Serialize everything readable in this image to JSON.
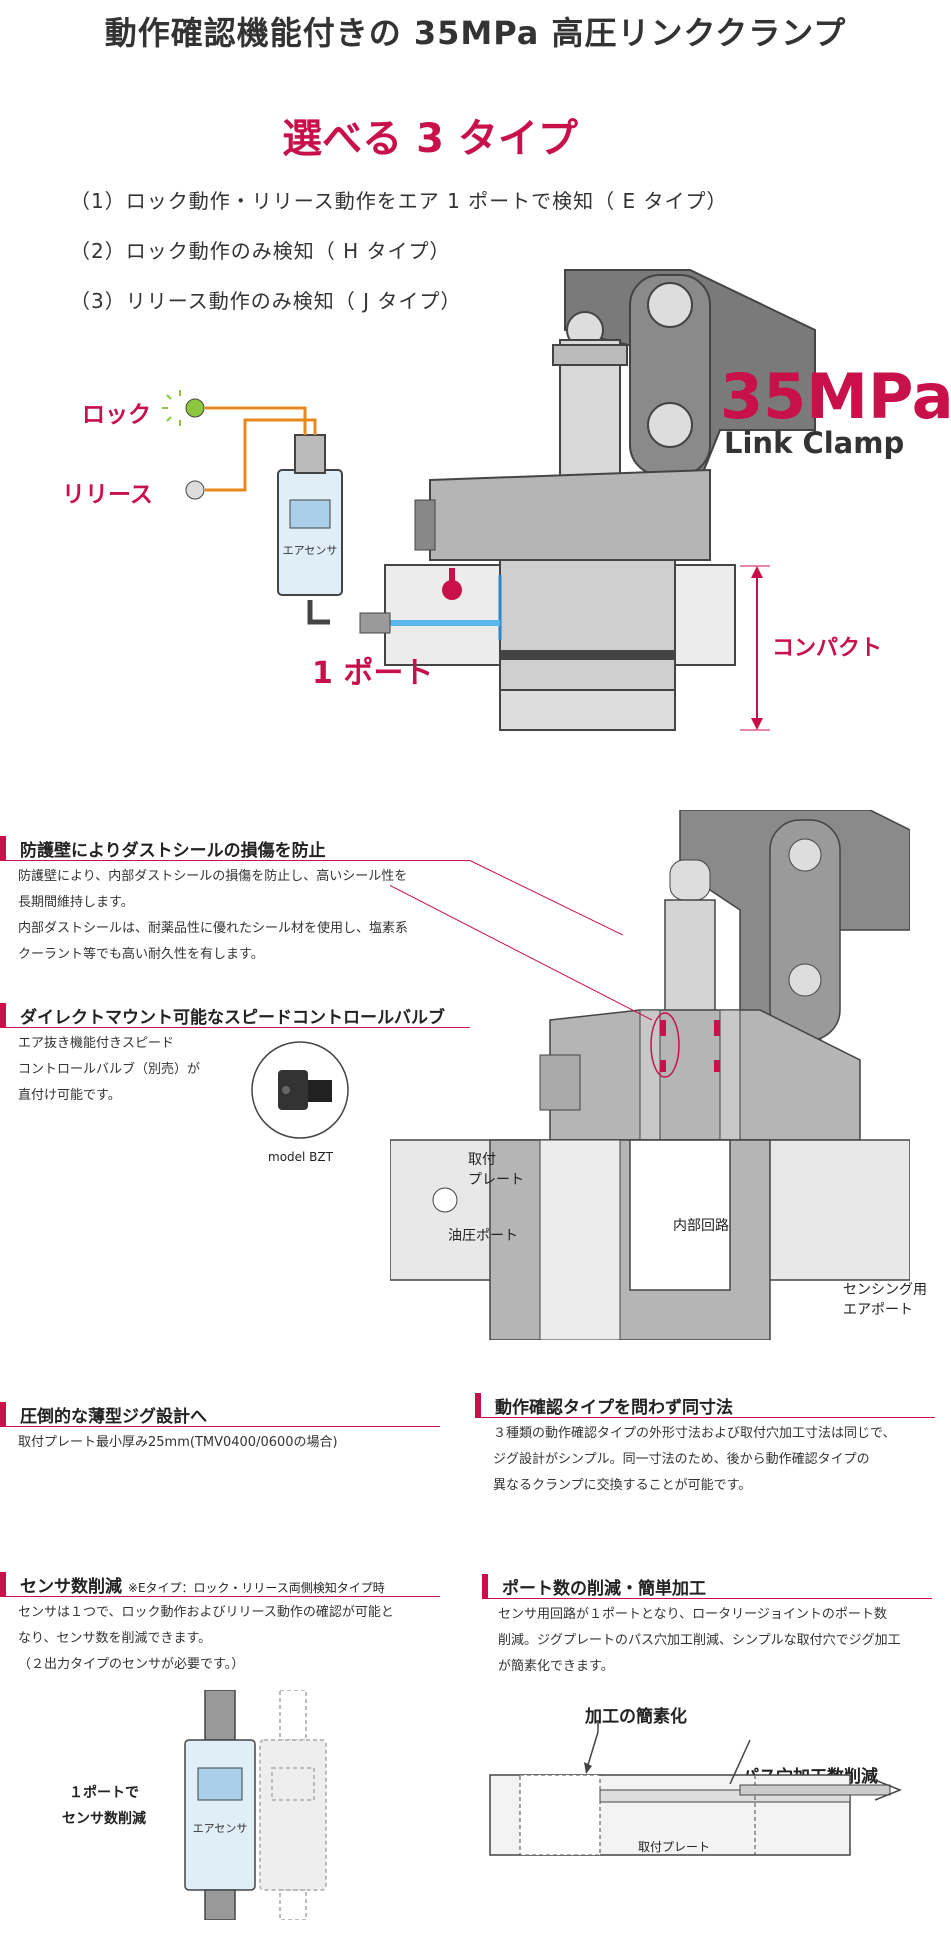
{
  "header": {
    "title": "動作確認機能付きの 35MPa 高圧リンククランプ",
    "subtitle": "選べる 3 タイプ"
  },
  "types": [
    "（1）ロック動作・リリース動作をエア 1 ポートで検知（ E タイプ）",
    "（2）ロック動作のみ検知（ H タイプ）",
    "（3）リリース動作のみ検知（ J タイプ）"
  ],
  "hero": {
    "pressure": "35MPa",
    "product": "Link Clamp",
    "lock_label": "ロック",
    "release_label": "リリース",
    "sensor_label": "エアセンサ",
    "port_label": "1 ポート",
    "compact_label": "コンパクト"
  },
  "sections": {
    "dust_seal": {
      "title": "防護壁によりダストシールの損傷を防止",
      "body": [
        "防護壁により、内部ダストシールの損傷を防止し、高いシール性を",
        "長期間維持します。",
        "内部ダストシールは、耐薬品性に優れたシール材を使用し、塩素系",
        "クーラント等でも高い耐久性を有します。"
      ]
    },
    "speed_control": {
      "title": "ダイレクトマウント可能なスピードコントロールバルブ",
      "body": [
        "エア抜き機能付きスピード",
        "コントロールバルブ（別売）が",
        "直付け可能です。"
      ],
      "model": "model BZT"
    },
    "diagram_labels": {
      "mount_plate": [
        "取付",
        "プレート"
      ],
      "oil_port": "油圧ポート",
      "internal_circuit": "内部回路",
      "sensing_port": [
        "センシング用",
        "エアポート"
      ]
    },
    "thin_jig": {
      "title": "圧倒的な薄型ジグ設計へ",
      "body": "取付プレート最小厚み25mm(TMV0400/0600の場合)"
    },
    "same_dim": {
      "title": "動作確認タイプを問わず同寸法",
      "body": [
        "３種類の動作確認タイプの外形寸法および取付穴加工寸法は同じで、",
        "ジグ設計がシンプル。同一寸法のため、後から動作確認タイプの",
        "異なるクランプに交換することが可能です。"
      ]
    },
    "sensor_reduce": {
      "title": "センサ数削減",
      "note": "※Eタイプ：ロック・リリース両側検知タイプ時",
      "body": [
        "センサは１つで、ロック動作およびリリース動作の確認が可能と",
        "なり、センサ数を削減できます。",
        "（２出力タイプのセンサが必要です。）"
      ],
      "caption": [
        "１ポートで",
        "センサ数削減"
      ],
      "sensor_label": "エアセンサ"
    },
    "port_reduce": {
      "title": "ポート数の削減・簡単加工",
      "body": [
        "センサ用回路が１ポートとなり、ロータリージョイントのポート数",
        "削減。ジグプレートのパス穴加工削減、シンプルな取付穴でジグ加工",
        "が簡素化できます。"
      ],
      "simplify_label": "加工の簡素化",
      "pass_hole_label": "パス穴加工数削減",
      "plate_label": "取付プレート"
    }
  },
  "colors": {
    "accent": "#c8104b",
    "orange_line": "#e8891e",
    "steel": "#b5b5b5",
    "dark_steel": "#7a7a7a",
    "sensor_blue": "#cfe6f5"
  }
}
